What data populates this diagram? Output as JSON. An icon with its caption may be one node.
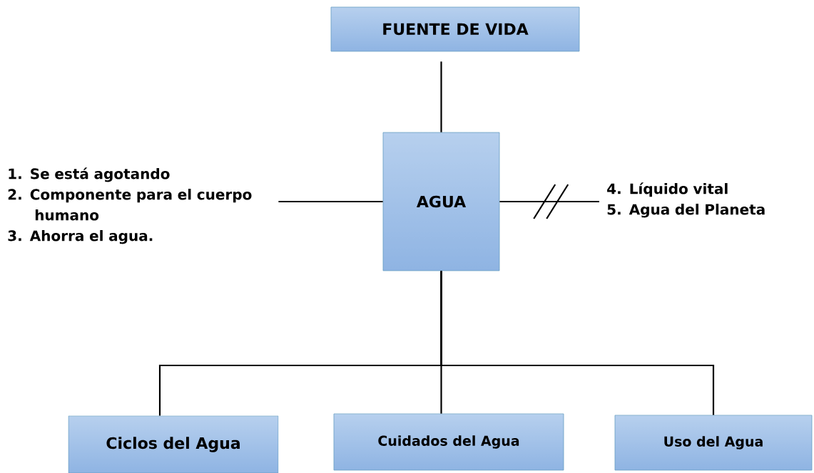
{
  "diagram": {
    "nodes": [
      {
        "text": [
          "FUENTE DE VIDA"
        ]
      },
      {
        "text": [
          "AGUA"
        ]
      },
      {
        "text": [
          "1. Se está agotando",
          "2. Componente para el cuerpo humano",
          "3. Ahorra el agua."
        ]
      },
      {
        "text": [
          "4. Líquido vital",
          "5. Agua del Planeta"
        ]
      },
      {
        "text": [
          "Ciclos del Agua"
        ]
      },
      {
        "text": [
          "Cuidados del Agua"
        ]
      },
      {
        "text": [
          "Uso del Agua"
        ]
      }
    ],
    "edges": [
      {
        "from": 0,
        "to": 1,
        "arrow": "none"
      },
      {
        "from": 2,
        "to": 1,
        "arrow": "none"
      },
      {
        "from": 1,
        "to": 3,
        "arrow": "none"
      },
      {
        "from": 1,
        "to": 4,
        "arrow": "none"
      },
      {
        "from": 1,
        "to": 5,
        "arrow": "none"
      },
      {
        "from": 1,
        "to": 6,
        "arrow": "none"
      }
    ]
  }
}
